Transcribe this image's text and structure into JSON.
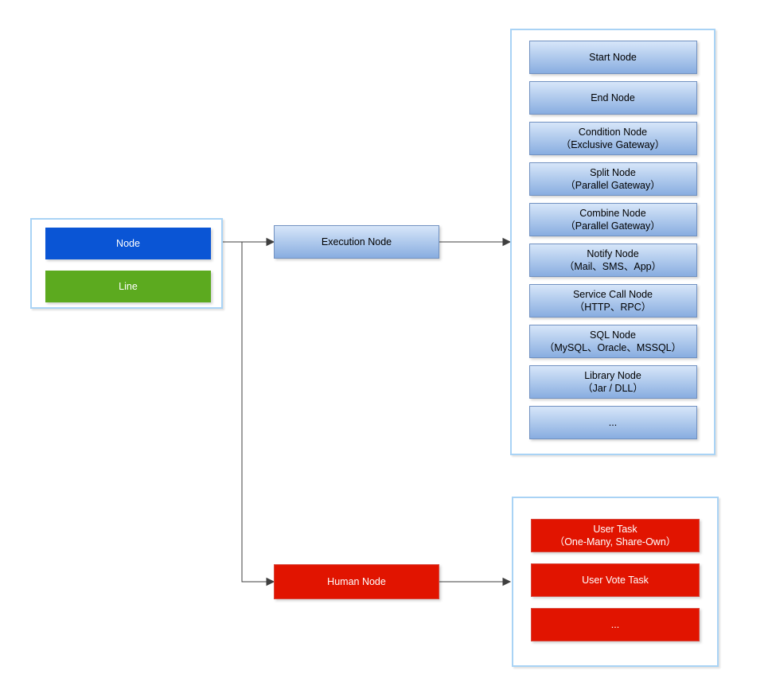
{
  "palette": {
    "node_blue": "#0a55d5",
    "line_green": "#5caa1f",
    "human_red": "#e11400",
    "exec_gradient_top": "#d7e6f9",
    "exec_gradient_bottom": "#88ade0",
    "exec_border": "#7191c1",
    "panel_border": "#a9d3f5",
    "arrow": "#3f3f3f"
  },
  "legend": {
    "items": [
      {
        "label": "Node"
      },
      {
        "label": "Line"
      }
    ]
  },
  "branch_nodes": {
    "execution": {
      "label": "Execution Node"
    },
    "human": {
      "label": "Human Node"
    }
  },
  "execution_panel": {
    "nodes": [
      {
        "line1": "Start Node",
        "line2": ""
      },
      {
        "line1": "End Node",
        "line2": ""
      },
      {
        "line1": "Condition Node",
        "line2": "（Exclusive Gateway）"
      },
      {
        "line1": "Split Node",
        "line2": "（Parallel Gateway）"
      },
      {
        "line1": "Combine Node",
        "line2": "（Parallel Gateway）"
      },
      {
        "line1": "Notify Node",
        "line2": "（Mail、SMS、App）"
      },
      {
        "line1": "Service Call Node",
        "line2": "（HTTP、RPC）"
      },
      {
        "line1": "SQL Node",
        "line2": "（MySQL、Oracle、MSSQL）"
      },
      {
        "line1": "Library Node",
        "line2": "（Jar / DLL）"
      },
      {
        "line1": "...",
        "line2": ""
      }
    ]
  },
  "human_panel": {
    "nodes": [
      {
        "line1": "User Task",
        "line2": "（One-Many, Share-Own）"
      },
      {
        "line1": "User Vote Task",
        "line2": ""
      },
      {
        "line1": "...",
        "line2": ""
      }
    ]
  }
}
